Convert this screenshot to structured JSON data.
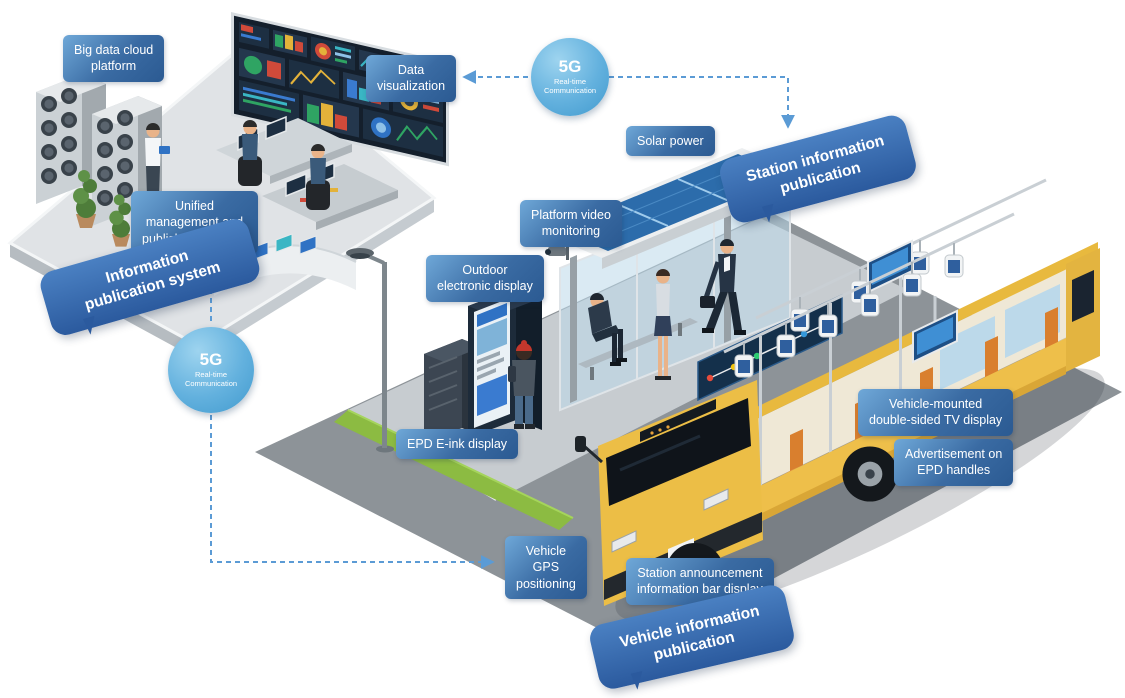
{
  "colors": {
    "label_gradient_start": "#6fa8d8",
    "label_gradient_end": "#2b5a92",
    "bubble_blue": "#2f5fa5",
    "badge_blue": "#54a8da",
    "connector_dash": "#5b9bd5",
    "bus_yellow": "#ecbe46",
    "solar_blue": "#2c6cab",
    "grass_green": "#8cbb42"
  },
  "badges": {
    "top": {
      "title": "5G",
      "line1": "Real-time",
      "line2": "Communication"
    },
    "left": {
      "title": "5G",
      "line1": "Real-time",
      "line2": "Communication"
    }
  },
  "control_room": {
    "big_data_label": "Big data cloud\nplatform",
    "data_visualization_label": "Data\nvisualization",
    "unified_label": "Unified\nmanagement and\npublishing platform",
    "bubble": "Information\npublication system"
  },
  "station": {
    "solar_label": "Solar power",
    "video_label": "Platform video\nmonitoring",
    "outdoor_display_label": "Outdoor\nelectronic display",
    "epd_label": "EPD E-ink display",
    "bubble": "Station information\npublication"
  },
  "bus": {
    "tv_label": "Vehicle-mounted\ndouble-sided TV display",
    "handles_label": "Advertisement on\nEPD handles",
    "gps_label": "Vehicle\nGPS\npositioning",
    "announcement_label": "Station announcement\ninformation bar display",
    "bubble": "Vehicle information\npublication"
  }
}
